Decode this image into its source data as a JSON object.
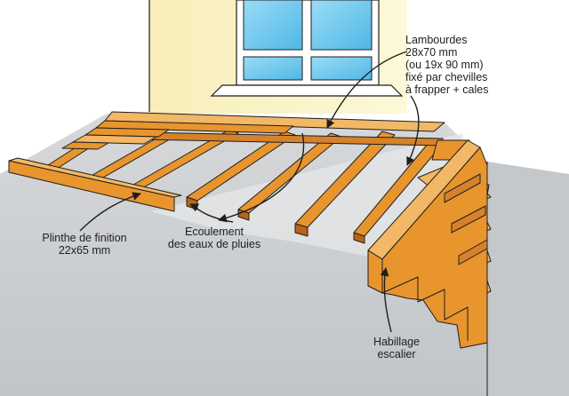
{
  "labels": {
    "lambourdes": [
      "Lambourdes",
      "28x70 mm",
      "(ou 19x 90 mm)",
      "fixé par chevilles",
      "à frapper + cales"
    ],
    "plinthe": [
      "Plinthe de finition",
      "22x65 mm"
    ],
    "ecoulement": [
      "Ecoulement",
      "des eaux de pluies"
    ],
    "habillage": [
      "Habillage",
      "escalier"
    ]
  },
  "colors": {
    "wood": "#e8952e",
    "wood_dark": "#b8651a",
    "wood_light": "#f2b865",
    "concrete": "#cdcfd1",
    "concrete_dark": "#b8bbbe",
    "wall": "#fbf4c8",
    "window_glass": "#6cc7ee",
    "outline": "#1e1e1e"
  }
}
